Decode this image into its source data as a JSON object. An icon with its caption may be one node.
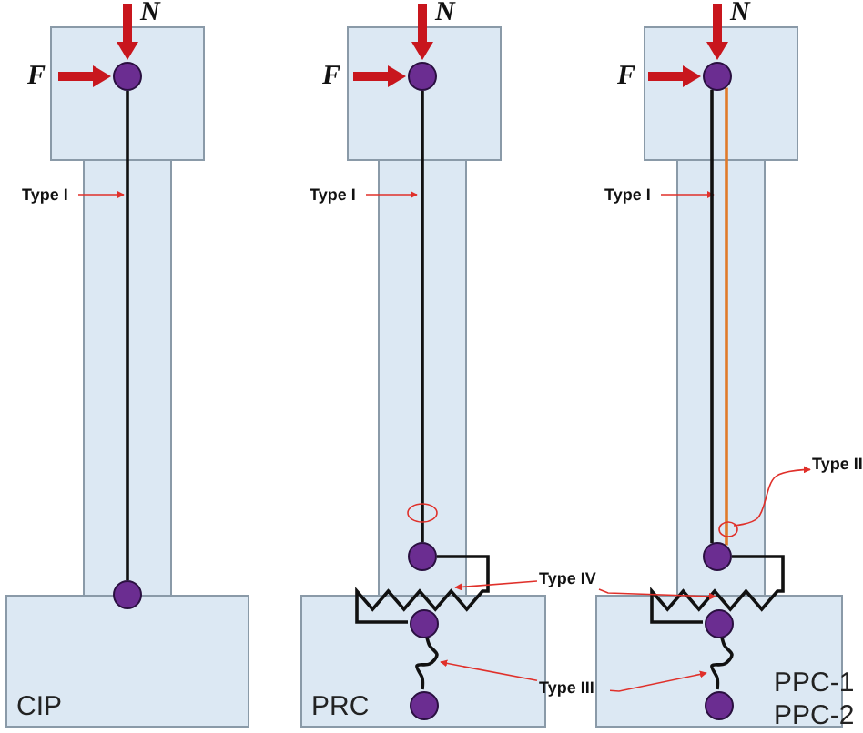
{
  "diagram": {
    "nodes": [
      {
        "text": [
          "Type I"
        ]
      },
      {
        "text": [],
        "shape": "circle"
      },
      {
        "text": [],
        "shape": "circle"
      },
      {
        "text": [
          "CIP"
        ]
      },
      {
        "text": [
          "Type I"
        ]
      },
      {
        "text": [],
        "shape": "circle"
      },
      {
        "text": [],
        "shape": "circle"
      },
      {
        "text": [
          "PRC"
        ]
      },
      {
        "text": [],
        "shape": "circle",
        "in": 7
      },
      {
        "text": [],
        "shape": "circle",
        "in": 7
      },
      {
        "text": [
          "Type I"
        ]
      },
      {
        "text": [],
        "shape": "circle"
      },
      {
        "text": [
          "Type II"
        ]
      },
      {
        "text": [],
        "shape": "circle"
      },
      {
        "text": [
          "Type IV"
        ]
      },
      {
        "text": [
          "PPC-1",
          "PPC-2"
        ]
      },
      {
        "text": [],
        "shape": "circle",
        "in": 15
      },
      {
        "text": [],
        "shape": "circle",
        "in": 15
      },
      {
        "text": [
          "Type III"
        ]
      }
    ],
    "edges": [
      {
        "from": 0,
        "to": 1,
        "arrow": "to",
        "color": "#e0302a"
      },
      {
        "from": 1,
        "to": 2,
        "arrow": "none",
        "color": "#111111"
      },
      {
        "from": 4,
        "to": 5,
        "arrow": "to",
        "color": "#e0302a"
      },
      {
        "from": 5,
        "to": 6,
        "arrow": "none",
        "color": "#111111"
      },
      {
        "from": 6,
        "to": 8,
        "arrow": "none",
        "color": "#111111"
      },
      {
        "from": 8,
        "to": 9,
        "arrow": "none",
        "color": "#111111"
      },
      {
        "from": 10,
        "to": 11,
        "arrow": "to",
        "color": "#e0302a"
      },
      {
        "from": 11,
        "to": 13,
        "arrow": "none",
        "color": "#111111"
      },
      {
        "from": 11,
        "to": 13,
        "arrow": "none",
        "color": "#e07a2a"
      },
      {
        "from": 13,
        "to": 12,
        "arrow": "to",
        "color": "#e0302a"
      },
      {
        "from": 13,
        "to": 16,
        "arrow": "none",
        "color": "#111111"
      },
      {
        "from": 16,
        "to": 17,
        "arrow": "none",
        "color": "#111111"
      },
      {
        "from": 14,
        "to": 6,
        "arrow": "to",
        "color": "#e0302a"
      },
      {
        "from": 14,
        "to": 13,
        "arrow": "to",
        "color": "#e0302a"
      },
      {
        "from": 18,
        "to": 8,
        "arrow": "to",
        "color": "#e0302a"
      },
      {
        "from": 18,
        "to": 17,
        "arrow": "to",
        "color": "#e0302a"
      }
    ],
    "labels": [
      "N",
      "F",
      "N",
      "F",
      "N",
      "F"
    ]
  }
}
